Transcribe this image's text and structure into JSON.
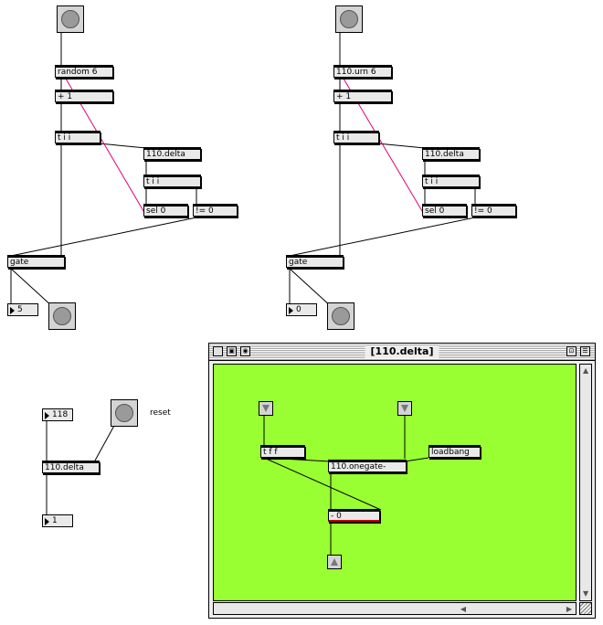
{
  "patch_left": {
    "random_obj": "random 6",
    "plus_obj": "+ 1",
    "trigger_obj": "t i i",
    "delta_obj": "110.delta",
    "trigger2_obj": "t i i",
    "sel_obj": "sel 0",
    "neq_obj": "!= 0",
    "gate_obj": "gate",
    "number_value": "5"
  },
  "patch_right": {
    "urn_obj": "110.urn 6",
    "plus_obj": "+ 1",
    "trigger_obj": "t i i",
    "delta_obj": "110.delta",
    "trigger2_obj": "t i i",
    "sel_obj": "sel 0",
    "neq_obj": "!= 0",
    "gate_obj": "gate",
    "number_value": "0"
  },
  "patch_small": {
    "number_in_value": "118",
    "reset_comment": "reset",
    "delta_obj": "110.delta",
    "number_out_value": "1"
  },
  "subpatch_window": {
    "title": "[110.delta]",
    "canvas_color": "#99ff33",
    "tff_obj": "t f f",
    "onegate_obj": "110.onegate-",
    "loadbang_obj": "loadbang",
    "minus_obj": "- 0",
    "close_icon": "close-box-icon",
    "zoom_icon": "zoom-box-icon"
  },
  "colors": {
    "selection_wire": "#e0007a",
    "wire": "#000000"
  }
}
